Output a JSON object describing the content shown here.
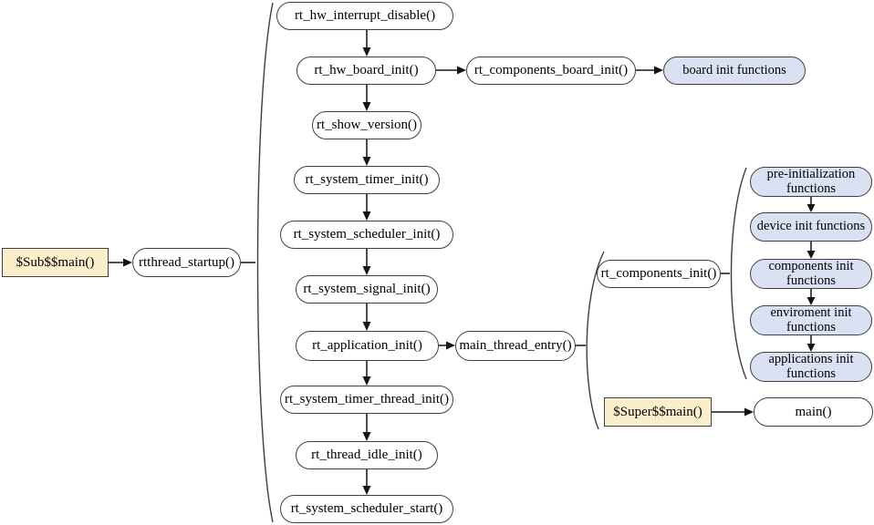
{
  "colors": {
    "box_border": "#3f3f3f",
    "blue_fill": "#d9e1f3",
    "tan_fill": "#fbeecb",
    "arrow_line": "#3a3a3a",
    "arrow_head": "#141414"
  },
  "entry": {
    "sub_main": "$Sub$$main()",
    "rtthread_startup": "rtthread_startup()"
  },
  "startup_sequence": [
    "rt_hw_interrupt_disable()",
    "rt_hw_board_init()",
    "rt_show_version()",
    "rt_system_timer_init()",
    "rt_system_scheduler_init()",
    "rt_system_signal_init()",
    "rt_application_init()",
    "rt_system_timer_thread_init()",
    "rt_thread_idle_init()",
    "rt_system_scheduler_start()"
  ],
  "board_branch": {
    "rt_components_board_init": "rt_components_board_init()",
    "board_init_functions": "board init functions"
  },
  "main_branch": {
    "main_thread_entry": "main_thread_entry()",
    "rt_components_init": "rt_components_init()",
    "super_main": "$Super$$main()",
    "main": "main()"
  },
  "component_init_stages": [
    "pre-initialization functions",
    "device init functions",
    "components init functions",
    "enviroment init functions",
    "applications init functions"
  ]
}
